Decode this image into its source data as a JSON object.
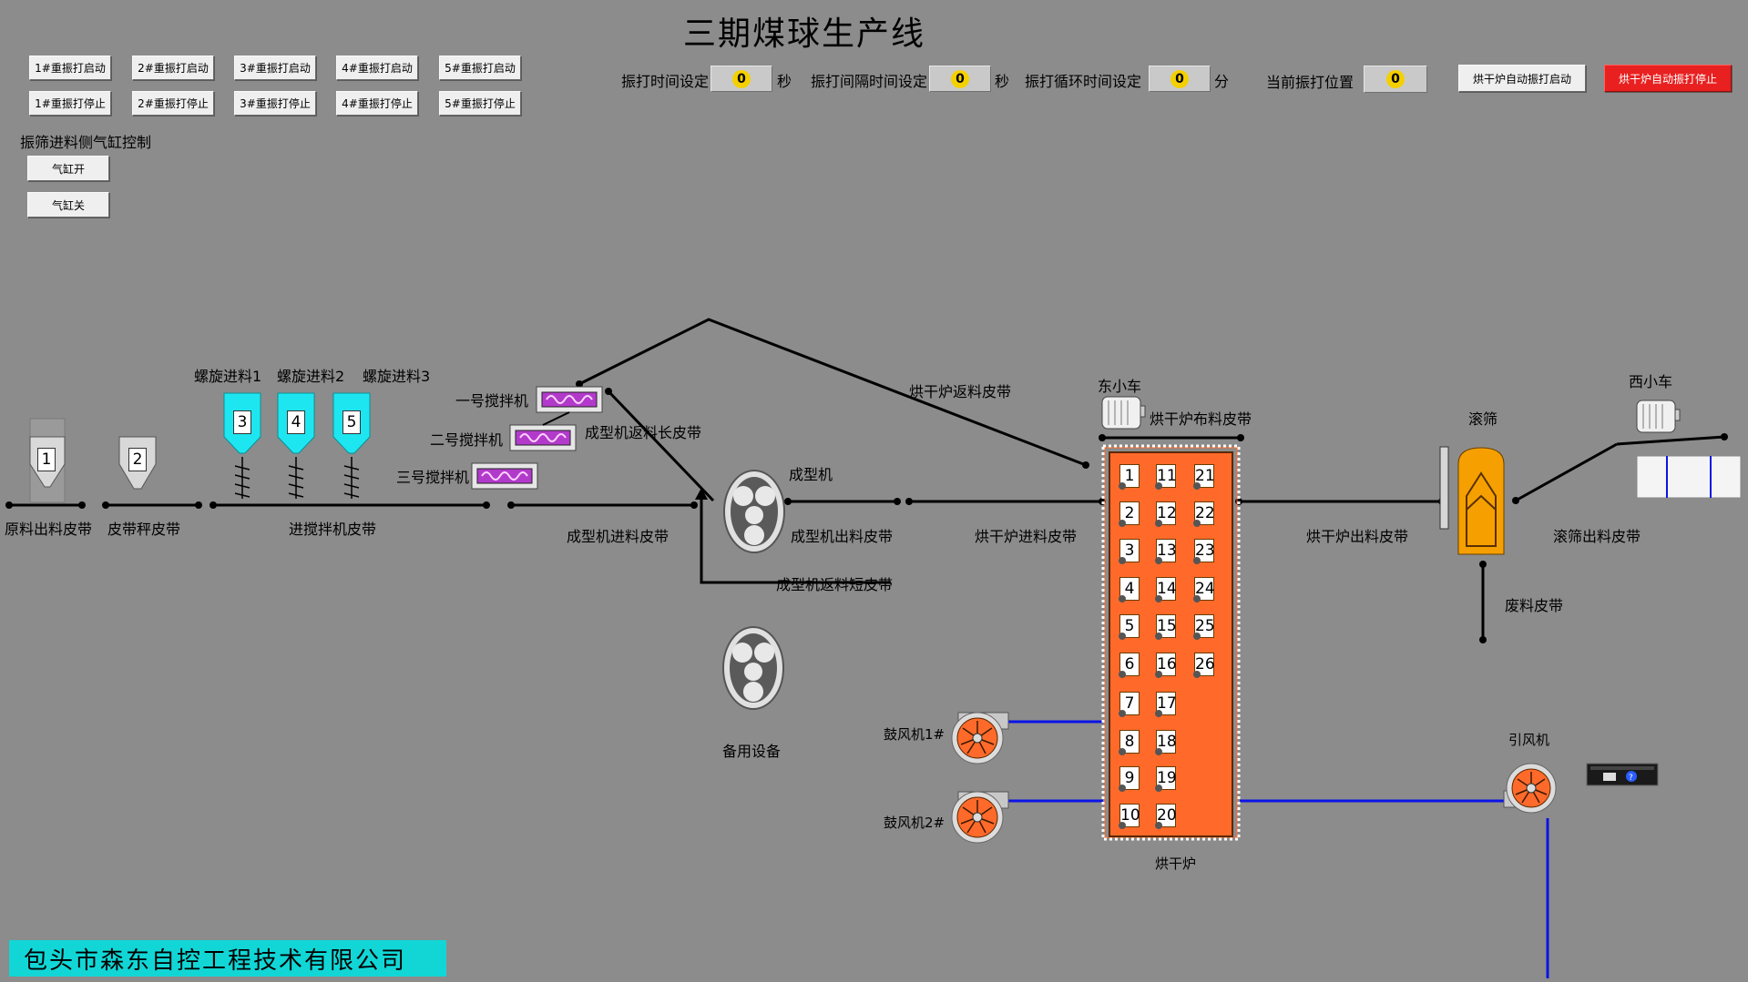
{
  "title": "三期煤球生产线",
  "vibrate_buttons": {
    "start": [
      "1#重振打启动",
      "2#重振打启动",
      "3#重振打启动",
      "4#重振打启动",
      "5#重振打启动"
    ],
    "stop": [
      "1#重振打停止",
      "2#重振打停止",
      "3#重振打停止",
      "4#重振打停止",
      "5#重振打停止"
    ]
  },
  "cylinder": {
    "heading": "振筛进料侧气缸控制",
    "open": "气缸开",
    "close": "气缸关"
  },
  "settings": {
    "hit_time": {
      "label": "振打时间设定",
      "value": "0",
      "unit": "秒"
    },
    "interval_time": {
      "label": "振打间隔时间设定",
      "value": "0",
      "unit": "秒"
    },
    "cycle_time": {
      "label": "振打循环时间设定",
      "value": "0",
      "unit": "分"
    },
    "current_pos": {
      "label": "当前振打位置",
      "value": "0"
    }
  },
  "dryer_auto": {
    "start": "烘干炉自动振打启动",
    "stop": "烘干炉自动振打停止"
  },
  "process": {
    "raw_belt": "原料出料皮带",
    "scale_belt": "皮带秤皮带",
    "spirals": [
      "螺旋进料1",
      "螺旋进料2",
      "螺旋进料3"
    ],
    "hopper_nums": [
      "1",
      "2",
      "3",
      "4",
      "5"
    ],
    "mixer_belt": "进搅拌机皮带",
    "mixers": [
      "一号搅拌机",
      "二号搅拌机",
      "三号搅拌机"
    ],
    "long_return": "成型机返料长皮带",
    "dryer_return": "烘干炉返料皮带",
    "former": "成型机",
    "former_in_belt": "成型机进料皮带",
    "former_out_belt": "成型机出料皮带",
    "short_return": "成型机返料短皮带",
    "backup": "备用设备",
    "east_cart": "东小车",
    "dryer_dist_belt": "烘干炉布料皮带",
    "dryer_in_belt": "烘干炉进料皮带",
    "dryer_out_belt": "烘干炉出料皮带",
    "drum_screen": "滚筛",
    "west_cart": "西小车",
    "screen_out_belt": "滚筛出料皮带",
    "waste_belt": "废料皮带",
    "blower1": "鼓风机1#",
    "blower2": "鼓风机2#",
    "dryer": "烘干炉",
    "draft_fan": "引风机",
    "dryer_cells": [
      "1",
      "2",
      "3",
      "4",
      "5",
      "6",
      "7",
      "8",
      "9",
      "10",
      "11",
      "12",
      "13",
      "14",
      "15",
      "16",
      "17",
      "18",
      "19",
      "20",
      "21",
      "22",
      "23",
      "24",
      "25",
      "26"
    ]
  },
  "company": "包头市森东自控工程技术有限公司",
  "colors": {
    "background": "#8c8c8c",
    "hopper": "#1ee6f0",
    "dryer": "#ff6a2a",
    "screen": "#f5a000",
    "air_duct": "#0a14e6",
    "company_bar": "#12d6d6",
    "stop_button": "#e82020"
  },
  "icons": {
    "mixer": "screw-mixer-icon",
    "former": "roller-press-icon",
    "fan": "centrifugal-fan-icon",
    "cart": "motor-cart-icon",
    "tray": "system-tray-icon"
  }
}
